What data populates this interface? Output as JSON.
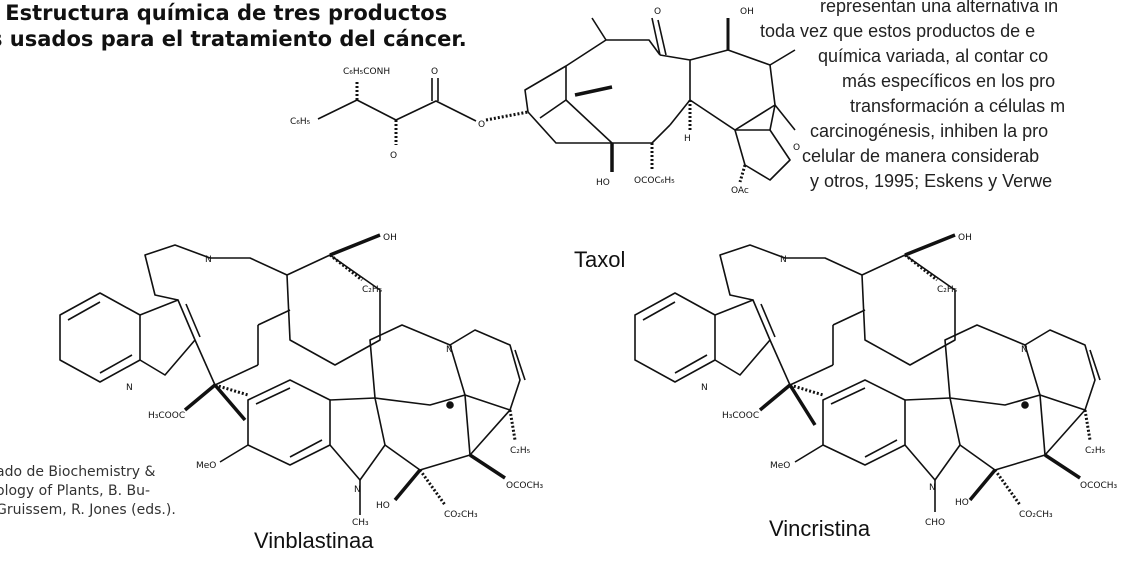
{
  "caption": {
    "line1": ". Estructura química de tres productos",
    "line2": "s usados para el tratamiento del cáncer."
  },
  "right_text": {
    "lines": [
      "representan una alternativa in",
      "toda vez que estos productos de e",
      "química variada, al contar co",
      "más específicos en los pro",
      "transformación a células m",
      "carcinogénesis, inhiben la pro",
      "celular de manera considerab",
      "y otros, 1995; Eskens y Verwe"
    ]
  },
  "credit": {
    "lines": [
      "ado de Biochemistry &",
      "ology of Plants, B. Bu-",
      "Gruissem, R. Jones (eds.)."
    ]
  },
  "molecules": {
    "taxol": {
      "name": "Taxol",
      "labels": [
        "C₆H₅CONH",
        "C₆H₅",
        "O",
        "O",
        "O",
        "OH",
        "O",
        "HO",
        "H",
        "OCOC₆H₅",
        "OAc",
        "O"
      ]
    },
    "vinblastina": {
      "name": "Vinblastinaa",
      "labels": [
        "N",
        "OH",
        "C₂H₅",
        "N",
        "H₃COOC",
        "N",
        "C₂H₅",
        "MeO",
        "N",
        "CH₃",
        "HO",
        "OCOCH₃",
        "CO₂CH₃"
      ]
    },
    "vincristina": {
      "name": "Vincristina",
      "labels": [
        "N",
        "OH",
        "C₂H₅",
        "N",
        "H₃COOC",
        "N",
        "C₂H₅",
        "MeO",
        "N",
        "CHO",
        "HO",
        "OCOCH₃",
        "CO₂CH₃"
      ]
    }
  }
}
